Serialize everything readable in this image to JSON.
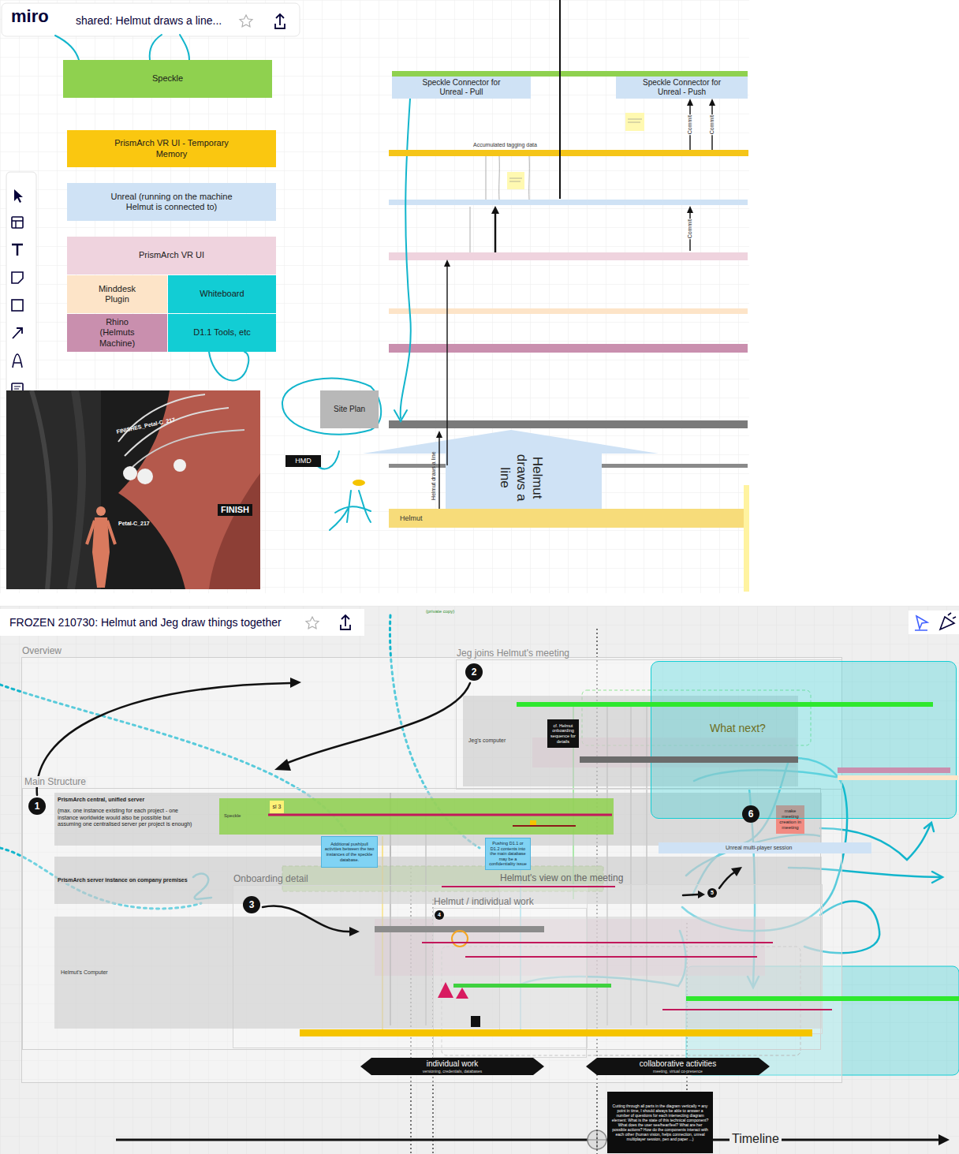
{
  "diagram": {
    "nodes": [
      {
        "text": [
          "Speckle"
        ]
      },
      {
        "text": [
          "PrismArch VR UI - Temporary Memory"
        ]
      },
      {
        "text": [
          "Unreal (running on the machine Helmut is connected to)"
        ]
      },
      {
        "text": [
          "PrismArch VR UI"
        ]
      },
      {
        "text": [
          "Minddesk Plugin"
        ]
      },
      {
        "text": [
          "Whiteboard"
        ]
      },
      {
        "text": [
          "Rhino (Helmuts Machine)"
        ]
      },
      {
        "text": [
          "D1.1 Tools, etc"
        ]
      },
      {
        "text": [
          "Speckle Connector for Unreal - Pull"
        ]
      },
      {
        "text": [
          "Speckle Connector for Unreal - Push"
        ]
      },
      {
        "text": [
          "Accumulated tagging data"
        ]
      },
      {
        "text": [
          "Site Plan"
        ]
      },
      {
        "text": [
          "HMD"
        ]
      },
      {
        "text": [
          "Helmut draws a line"
        ]
      },
      {
        "text": [
          "Helmut"
        ]
      },
      {
        "text": [
          "Overview"
        ]
      },
      {
        "text": [
          "Jeg joins Helmut's meeting"
        ],
        "in": 15
      },
      {
        "text": [
          "Jeg's computer"
        ],
        "in": 16
      },
      {
        "text": [
          "cf. Helmut onboarding sequence for details"
        ],
        "in": 17
      },
      {
        "text": [
          "Main Structure"
        ],
        "in": 15
      },
      {
        "text": [
          "PrismArch central, unified server",
          "(max. one instance existing for each project - one instance worldwide would also be possible but assuming one centralised server per project is enough)"
        ],
        "in": 19
      },
      {
        "text": [
          "Speckle"
        ],
        "in": 20
      },
      {
        "text": [
          "sl 3"
        ],
        "in": 21
      },
      {
        "text": [
          "PrismArch server instance on company premises"
        ],
        "in": 19
      },
      {
        "text": [
          "Onboarding detail"
        ],
        "in": 19
      },
      {
        "text": [
          "Helmut's Computer"
        ],
        "in": 19
      },
      {
        "text": [
          "Additional push/pull activities between the two instances of the speckle database."
        ],
        "in": 19
      },
      {
        "text": [
          "Pushing D1.1 or D1.2 contents into the main database may be a confidentiality issue"
        ],
        "in": 19
      },
      {
        "text": [
          "Helmut / individual work"
        ],
        "in": 15
      },
      {
        "text": [
          "Helmut's view on the meeting"
        ],
        "in": 15
      },
      {
        "text": [
          "make meeting creation in meeting"
        ],
        "in": 15
      },
      {
        "text": [
          "individual work",
          "versioning, credentials, databases"
        ],
        "in": 15
      },
      {
        "text": [
          "collaborative activities",
          "meeting, virtual co-presence"
        ],
        "in": 15
      },
      {
        "text": [
          "What next?"
        ]
      },
      {
        "text": [
          "Unreal multi-player session"
        ]
      },
      {
        "text": [
          "Cutting through all parts in the diagram vertically = any point in time, I should always be able to answer a number of questions for each intersecting diagram element: What is the state of this technical component? What does the user see/hear/feel? What are her possible actions? How do the components interact with each other (human vision, helps connection, unreal multiplayer session, pen and paper ...)"
        ]
      }
    ],
    "edges": [
      {
        "from": 10,
        "to": 9,
        "label": "Commit",
        "arrow": "to"
      },
      {
        "from": 10,
        "to": 9,
        "label": "Commit",
        "arrow": "to"
      }
    ],
    "labels": [
      "miro",
      "shared: Helmut draws a line...",
      "FINISHES_Petal-C_217",
      "Petal-C_217",
      "FINISH",
      "Helmut draws a line",
      "Commit",
      "FROZEN 210730: Helmut and Jeg draw things together",
      "(private copy)",
      "1",
      "2",
      "3",
      "4",
      "5",
      "6",
      "Timeline"
    ]
  }
}
